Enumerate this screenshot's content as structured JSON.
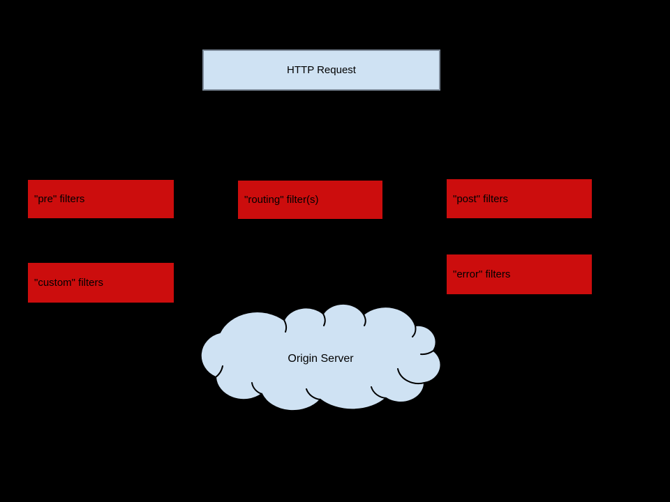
{
  "canvas": {
    "background": "#000000"
  },
  "colors": {
    "box_red": "#cc0d0d",
    "light_blue": "#cfe2f3",
    "http_border": "#7d8a99",
    "text": "#000000"
  },
  "nodes": {
    "http_request": {
      "label": "HTTP Request"
    },
    "pre_filters": {
      "label": "\"pre\" filters"
    },
    "routing_filters": {
      "label": "\"routing\" filter(s)"
    },
    "post_filters": {
      "label": "\"post\" filters"
    },
    "custom_filters": {
      "label": "\"custom\" filters"
    },
    "error_filters": {
      "label": "\"error\" filters"
    },
    "origin_server": {
      "label": "Origin Server"
    }
  }
}
